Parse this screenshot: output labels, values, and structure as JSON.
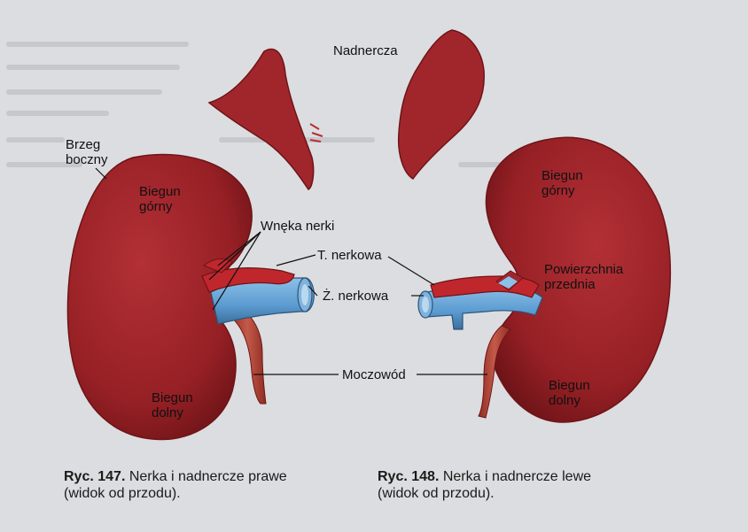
{
  "labels": {
    "adrenal": "Nadnercza",
    "lateral_border_1": "Brzeg",
    "lateral_border_2": "boczny",
    "upper_pole_right_1": "Biegun",
    "upper_pole_right_2": "górny",
    "hilum": "Wnęka nerki",
    "renal_artery": "T. nerkowa",
    "renal_vein": "Ż. nerkowa",
    "ureter": "Moczowód",
    "lower_pole_right_1": "Biegun",
    "lower_pole_right_2": "dolny",
    "upper_pole_left_1": "Biegun",
    "upper_pole_left_2": "górny",
    "anterior_surface_1": "Powierzchnia",
    "anterior_surface_2": "przednia",
    "lower_pole_left_1": "Biegun",
    "lower_pole_left_2": "dolny"
  },
  "captions": {
    "right": {
      "num": "Ryc. 147.",
      "text1": " Nerka i nadnercze prawe",
      "text2": "(widok od przodu)."
    },
    "left": {
      "num": "Ryc. 148.",
      "text1": " Nerka i nadnercze lewe",
      "text2": "(widok od przodu)."
    }
  },
  "colors": {
    "kidney": "#9b2226",
    "kidney_shadow": "#6e1418",
    "artery": "#c0272d",
    "vein": "#5b9bd0",
    "vein_dark": "#3b6f9e",
    "ureter": "#b5483a",
    "background": "#dcdde0"
  }
}
